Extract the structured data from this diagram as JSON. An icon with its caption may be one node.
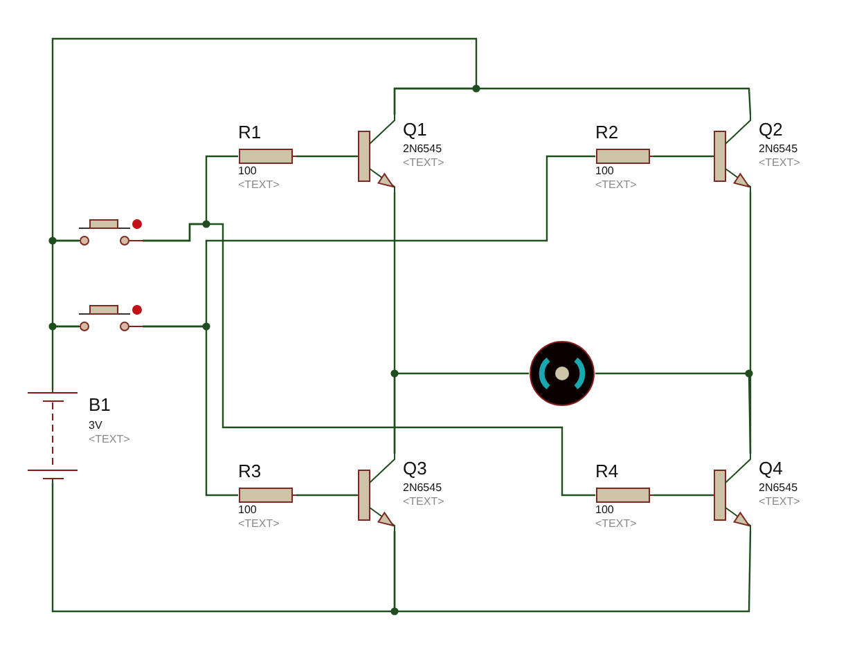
{
  "diagram": {
    "nodes": [
      {
        "text": [
          "R1",
          "100",
          "<TEXT>"
        ]
      },
      {
        "text": [
          "Q1",
          "2N6545",
          "<TEXT>"
        ]
      },
      {
        "text": [
          "R2",
          "100",
          "<TEXT>"
        ]
      },
      {
        "text": [
          "Q2",
          "2N6545",
          "<TEXT>"
        ]
      },
      {
        "text": [],
        "shape": "picture"
      },
      {
        "text": [],
        "shape": "picture"
      },
      {
        "text": [],
        "shape": "picture"
      },
      {
        "text": [
          "B1",
          "3V",
          "<TEXT>"
        ]
      },
      {
        "text": [
          "R3",
          "100",
          "<TEXT>"
        ]
      },
      {
        "text": [
          "Q3",
          "2N6545",
          "<TEXT>"
        ]
      },
      {
        "text": [
          "R4",
          "100",
          "<TEXT>"
        ]
      },
      {
        "text": [
          "Q4",
          "2N6545",
          "<TEXT>"
        ]
      }
    ],
    "edges": [
      {
        "from": 7,
        "to": 5,
        "arrow": "none"
      },
      {
        "from": 5,
        "to": 4,
        "arrow": "none"
      },
      {
        "from": 4,
        "to": 1,
        "arrow": "none"
      },
      {
        "from": 1,
        "to": 3,
        "arrow": "none"
      },
      {
        "from": 4,
        "to": 0,
        "arrow": "none"
      },
      {
        "from": 4,
        "to": 10,
        "arrow": "none"
      },
      {
        "from": 5,
        "to": 8,
        "arrow": "none"
      },
      {
        "from": 5,
        "to": 2,
        "arrow": "none"
      },
      {
        "from": 0,
        "to": 1,
        "arrow": "none"
      },
      {
        "from": 2,
        "to": 3,
        "arrow": "none"
      },
      {
        "from": 8,
        "to": 9,
        "arrow": "none"
      },
      {
        "from": 10,
        "to": 11,
        "arrow": "none"
      },
      {
        "from": 1,
        "to": 9,
        "arrow": "none"
      },
      {
        "from": 9,
        "to": 6,
        "arrow": "none"
      },
      {
        "from": 3,
        "to": 11,
        "arrow": "none"
      },
      {
        "from": 6,
        "to": 11,
        "arrow": "none"
      },
      {
        "from": 9,
        "to": 7,
        "arrow": "none"
      },
      {
        "from": 11,
        "to": 9,
        "arrow": "none"
      }
    ]
  }
}
